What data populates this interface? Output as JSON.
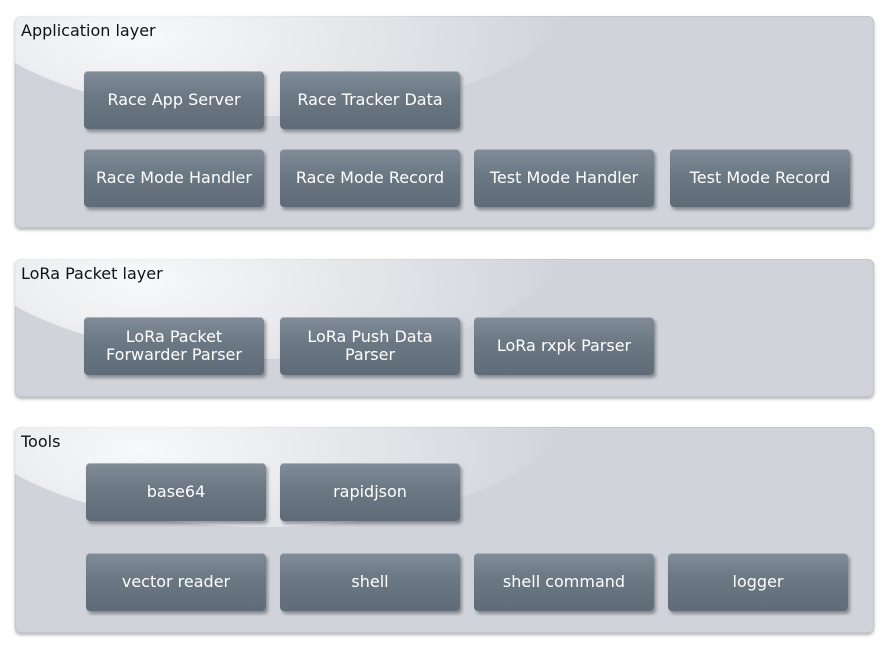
{
  "layers": [
    {
      "title": "Application layer",
      "boxes": [
        "Race App Server",
        "Race Tracker Data",
        "Race Mode Handler",
        "Race Mode Record",
        "Test Mode Handler",
        "Test Mode Record"
      ]
    },
    {
      "title": "LoRa Packet layer",
      "boxes": [
        "LoRa Packet\nForwarder Parser",
        "LoRa Push Data\nParser",
        "LoRa rxpk Parser"
      ]
    },
    {
      "title": "Tools",
      "boxes": [
        "base64",
        "rapidjson",
        "vector reader",
        "shell",
        "shell command",
        "logger"
      ]
    }
  ]
}
